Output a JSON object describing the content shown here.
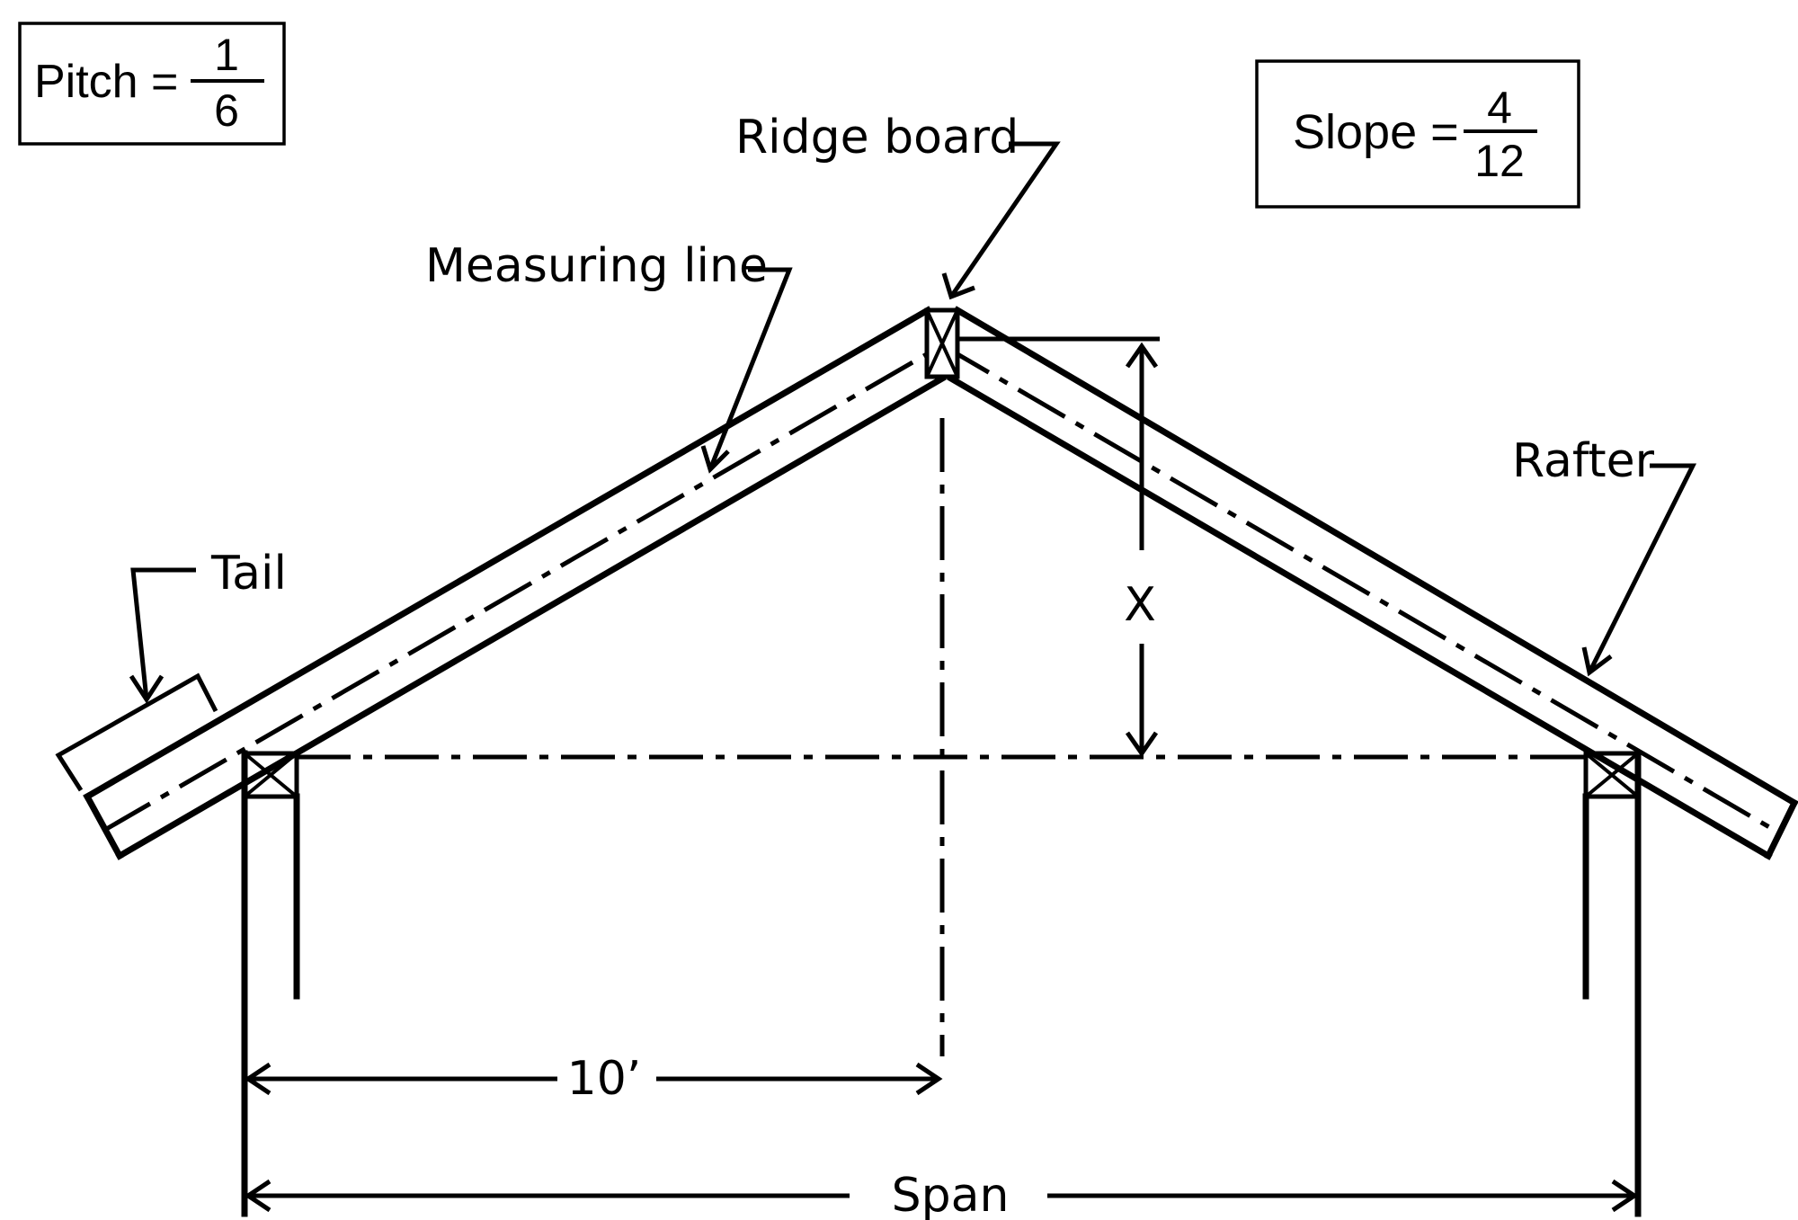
{
  "pitch": {
    "label": "Pitch =",
    "numerator": "1",
    "denominator": "6"
  },
  "slope": {
    "label": "Slope =",
    "numerator": "4",
    "denominator": "12"
  },
  "labels": {
    "ridge_board": "Ridge board",
    "measuring_line": "Measuring line",
    "rafter": "Rafter",
    "tail": "Tail",
    "rise": "X",
    "run": "10’",
    "span": "Span"
  }
}
